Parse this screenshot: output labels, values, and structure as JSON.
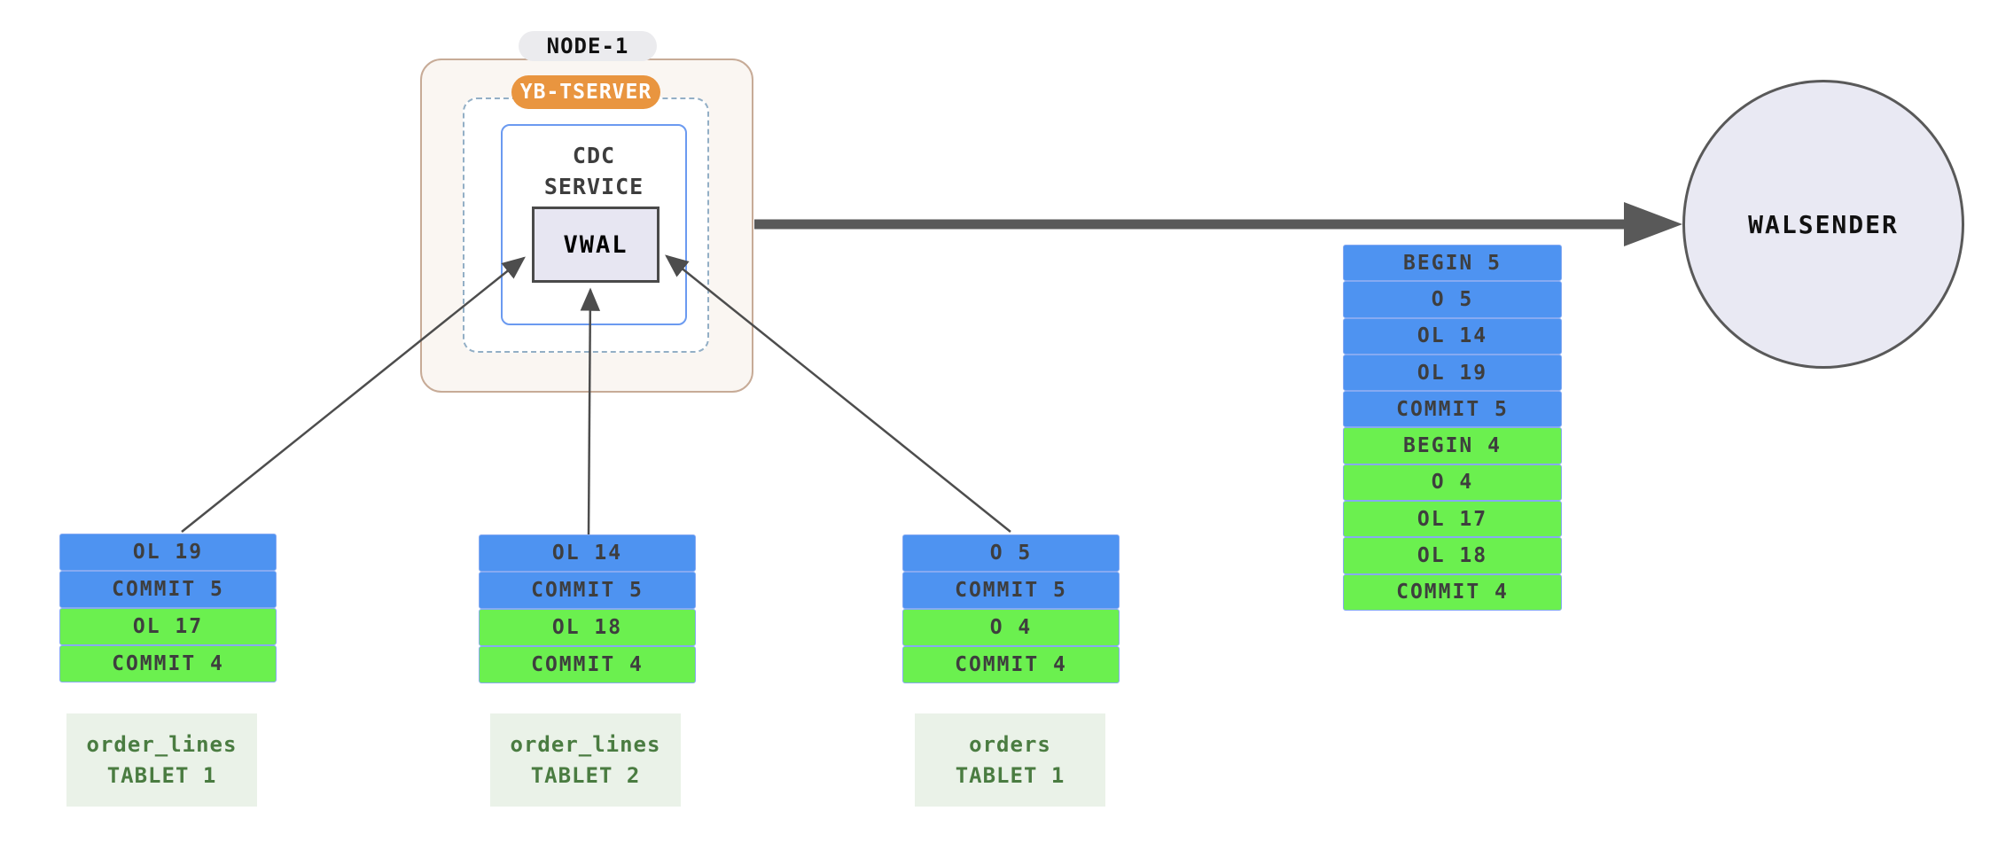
{
  "diagram": {
    "title_context": "CDC streaming from tablets through VWAL to WALSENDER",
    "colors": {
      "txn5_blue": "#4e93f1",
      "txn4_green": "#6bf04f",
      "cell_border_blue": "#86aaf2",
      "node_border_tan": "#c7ab97",
      "node_bg": "#faf6f2",
      "tserver_orange": "#e9953f",
      "cdc_border_blue": "#6b9af0",
      "lavender_fill": "#e7e6f2",
      "arrow_gray": "#595959",
      "tablet_label_green": "#4a7c41",
      "tablet_label_bg": "#eaf2e8"
    },
    "node": {
      "label": "NODE-1",
      "tserver_label": "YB-TSERVER",
      "cdc_service": {
        "line1": "CDC",
        "line2": "SERVICE"
      },
      "vwal_label": "VWAL"
    },
    "walsender": {
      "label": "WALSENDER"
    },
    "merged_stream": {
      "rows": [
        {
          "text": "BEGIN 5",
          "color": "blue"
        },
        {
          "text": "O 5",
          "color": "blue"
        },
        {
          "text": "OL 14",
          "color": "blue"
        },
        {
          "text": "OL 19",
          "color": "blue"
        },
        {
          "text": "COMMIT 5",
          "color": "blue"
        },
        {
          "text": "BEGIN 4",
          "color": "green"
        },
        {
          "text": "O 4",
          "color": "green"
        },
        {
          "text": "OL 17",
          "color": "green"
        },
        {
          "text": "OL 18",
          "color": "green"
        },
        {
          "text": "COMMIT 4",
          "color": "green"
        }
      ]
    },
    "tablets": [
      {
        "label": {
          "line1": "order_lines",
          "line2": "TABLET 1"
        },
        "rows": [
          {
            "text": "OL 19",
            "color": "blue"
          },
          {
            "text": "COMMIT 5",
            "color": "blue"
          },
          {
            "text": "OL 17",
            "color": "green"
          },
          {
            "text": "COMMIT 4",
            "color": "green"
          }
        ]
      },
      {
        "label": {
          "line1": "order_lines",
          "line2": "TABLET 2"
        },
        "rows": [
          {
            "text": "OL 14",
            "color": "blue"
          },
          {
            "text": "COMMIT 5",
            "color": "blue"
          },
          {
            "text": "OL 18",
            "color": "green"
          },
          {
            "text": "COMMIT 4",
            "color": "green"
          }
        ]
      },
      {
        "label": {
          "line1": "orders",
          "line2": "TABLET 1"
        },
        "rows": [
          {
            "text": "O 5",
            "color": "blue"
          },
          {
            "text": "COMMIT 5",
            "color": "blue"
          },
          {
            "text": "O 4",
            "color": "green"
          },
          {
            "text": "COMMIT 4",
            "color": "green"
          }
        ]
      }
    ]
  }
}
